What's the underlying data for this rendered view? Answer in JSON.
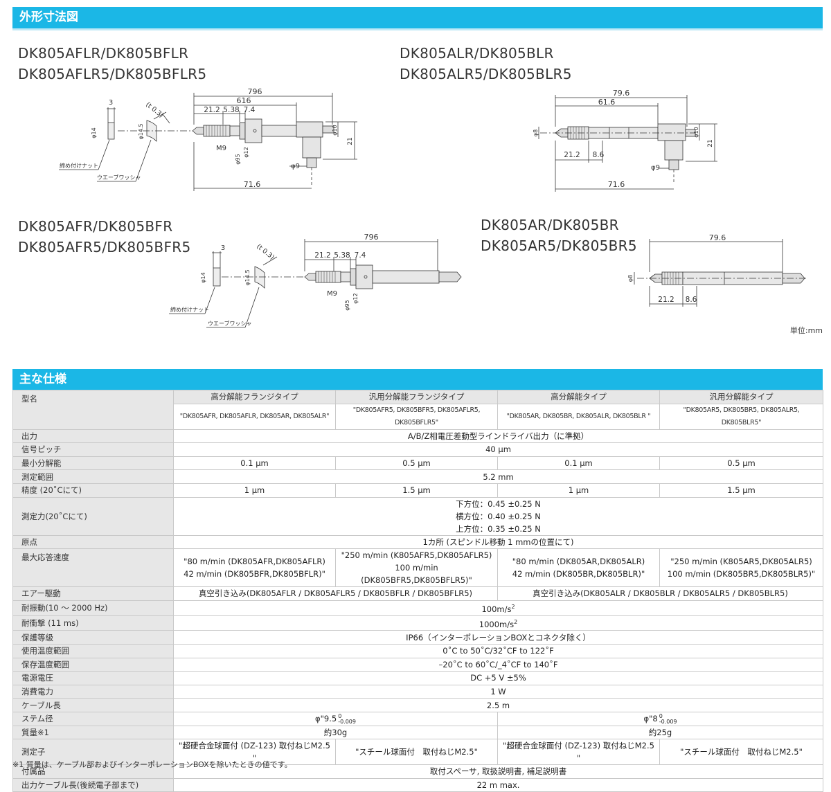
{
  "sections": {
    "dimensions_title": "外形寸法図",
    "specs_title": "主な仕様"
  },
  "models": {
    "m1": [
      "DK805AFLR/DK805BFLR",
      "DK805AFLR5/DK805BFLR5"
    ],
    "m2": [
      "DK805ALR/DK805BLR",
      "DK805ALR5/DK805BLR5"
    ],
    "m3": [
      "DK805AFR/DK805BFR",
      "DK805AFR5/DK805BFR5"
    ],
    "m4": [
      "DK805AR/DK805BR",
      "DK805AR5/DK805BR5"
    ]
  },
  "drawing_labels": {
    "d796": "796",
    "d616": "616",
    "d21_2": "21.2",
    "d5_3": "5.38",
    "d7_4": "7.4",
    "d3": "3",
    "t03": "(t 0.3)",
    "phi14": "φ14",
    "phi14_5": "φ14.5",
    "m9": "M9",
    "phi95": "φ95",
    "phi12": "φ12",
    "phi10": "φ10",
    "d21": "21",
    "phi9": "φ9",
    "d71_6": "71.6",
    "d79_6": "79.6",
    "d61_6": "61.6",
    "d8_6": "8.6",
    "phi8": "φ8",
    "nut": "締め付けナット",
    "washer": "ウエーブワッシャ"
  },
  "unit": "単位:mm",
  "table": {
    "header_label": "型名",
    "types": [
      "高分解能フランジタイプ",
      "汎用分解能フランジタイプ",
      "高分解能タイプ",
      "汎用分解能タイプ"
    ],
    "type_models": [
      "\"DK805AFR, DK805AFLR, DK805AR, DK805ALR\"",
      "\"DK805AFR5, DK805BFR5, DK805AFLR5, DK805BFLR5\"",
      "\"DK805AR, DK805BR, DK805ALR, DK805BLR \"",
      "\"DK805AR5, DK805BR5, DK805ALR5, DK805BLR5\""
    ],
    "rows": {
      "output": {
        "label": "出力",
        "value": "A/B/Z相電圧差動型ラインドライバ出力（に準拠）"
      },
      "pitch": {
        "label": "信号ピッチ",
        "value": "40 μm"
      },
      "resolution": {
        "label": "最小分解能",
        "values": [
          "0.1 μm",
          "0.5 μm",
          "0.1 μm",
          "0.5 μm"
        ]
      },
      "range": {
        "label": "測定範囲",
        "value": "5.2 mm"
      },
      "accuracy": {
        "label": "精度 (20˚Cにて)",
        "values": [
          "1 μm",
          "1.5 μm",
          "1 μm",
          "1.5 μm"
        ]
      },
      "force": {
        "label": "測定力(20˚Cにて)",
        "lines": [
          "下方位：0.45 ±0.25 N",
          "横方位：0.40 ±0.25 N",
          "上方位：0.35 ±0.25 N"
        ]
      },
      "origin": {
        "label": "原点",
        "value": "1カ所 (スピンドル移動 1 mmの位置にて)"
      },
      "speed": {
        "label": "最大応答速度",
        "cells": [
          [
            "\"80 m/min (DK805AFR,DK805AFLR)",
            "42 m/min (DK805BFR,DK805BFLR)\""
          ],
          [
            "\"250 m/min (K805AFR5,DK805AFLR5)",
            "100 m/min (DK805BFR5,DK805BFLR5)\""
          ],
          [
            "\"80 m/min (DK805AR,DK805ALR)",
            "42 m/min (DK805BR,DK805BLR)\""
          ],
          [
            "\"250 m/min (K805AR5,DK805ALR5)",
            "100 m/min (DK805BR5,DK805BLR5)\""
          ]
        ]
      },
      "air": {
        "label": "エアー駆動",
        "values": [
          "真空引き込み(DK805AFLR / DK805AFLR5 / DK805BFLR / DK805BFLR5)",
          "真空引き込み(DK805ALR / DK805BLR / DK805ALR5 / DK805BLR5)"
        ]
      },
      "vibration": {
        "label": "耐振動(10 ～ 2000 Hz)",
        "value": "100m/s",
        "sup": "2"
      },
      "shock": {
        "label": "耐衝撃 (11 ms)",
        "value": "1000m/s",
        "sup": "2"
      },
      "protection": {
        "label": "保護等級",
        "value": "IP66（インターポレーションBOXとコネクタ除く）"
      },
      "op_temp": {
        "label": "使用温度範囲",
        "value": "0˚C to 50˚C/32˚CF to 122˚F"
      },
      "st_temp": {
        "label": "保存温度範囲",
        "value": "–20˚C to 60˚C/_4˚CF to 140˚F"
      },
      "voltage": {
        "label": "電源電圧",
        "value": "DC +5 V ±5%"
      },
      "power": {
        "label": "消費電力",
        "value": "1 W"
      },
      "cable": {
        "label": "ケーブル長",
        "value": "2.5 m"
      },
      "stem": {
        "label": "ステム径",
        "values": [
          "φ\"9.5",
          "φ\"8"
        ],
        "tol_upper": "0",
        "tol_lower": "-0.009"
      },
      "mass": {
        "label": "質量※1",
        "values": [
          "約30g",
          "約25g"
        ]
      },
      "probe": {
        "label": "測定子",
        "values": [
          "\"超硬合金球面付 (DZ-123) 取付ねじM2.5 \"",
          "\"スチール球面付　取付ねじM2.5\"",
          "\"超硬合金球面付 (DZ-123) 取付ねじM2.5 \"",
          "\"スチール球面付　取付ねじM2.5\""
        ]
      },
      "accessories": {
        "label": "付属品",
        "value": "取付スペーサ, 取扱説明書, 補足説明書"
      },
      "out_cable": {
        "label": "出力ケーブル長(後続電子部まで)",
        "value": "22 m max."
      }
    }
  },
  "footnote": "※1 質量は、ケーブル部およびインターポレーションBOXを除いたときの値です。"
}
